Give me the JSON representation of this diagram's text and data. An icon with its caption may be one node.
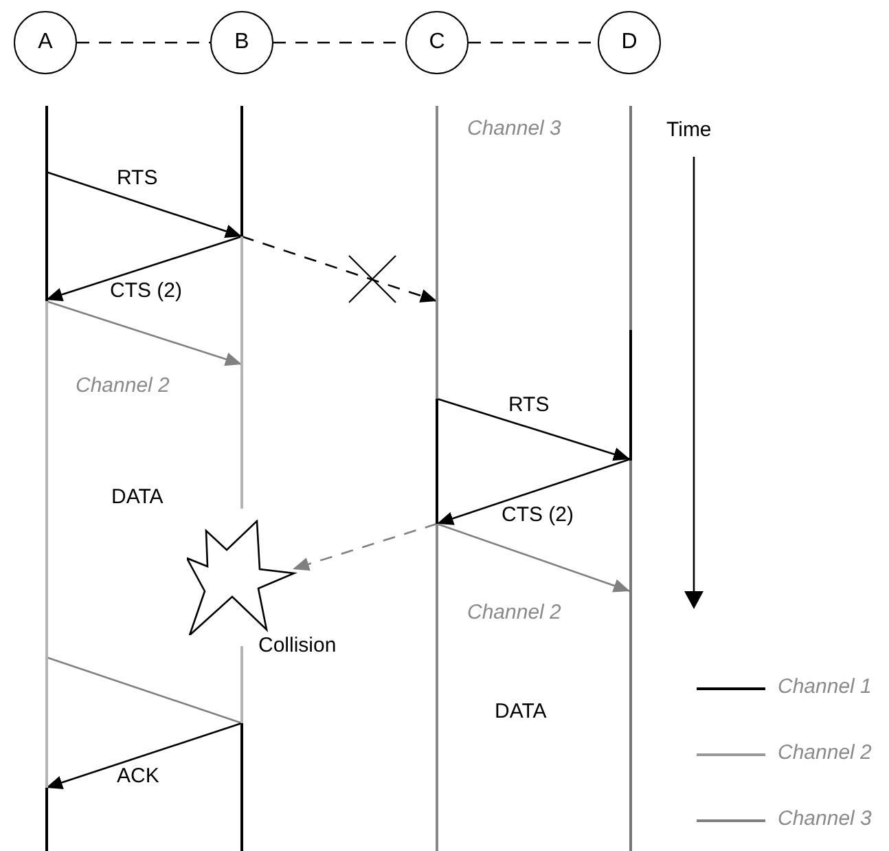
{
  "diagram": {
    "nodes": [
      {
        "text": [
          "A"
        ]
      },
      {
        "text": [
          "B"
        ]
      },
      {
        "text": [
          "C"
        ]
      },
      {
        "text": [
          "D"
        ]
      },
      {
        "text": [],
        "shape": "bar"
      },
      {
        "text": [],
        "shape": "bar"
      },
      {
        "text": [],
        "shape": "bar"
      },
      {
        "text": [],
        "shape": "bar"
      },
      {
        "text": [],
        "shape": "star",
        "beside": [
          "Collision"
        ]
      }
    ],
    "edges": [
      {
        "from": 0,
        "to": 1,
        "arrow": "none",
        "style": "dashed"
      },
      {
        "from": 1,
        "to": 2,
        "arrow": "none",
        "style": "dashed"
      },
      {
        "from": 2,
        "to": 3,
        "arrow": "none",
        "style": "dashed"
      },
      {
        "from": 4,
        "to": 5,
        "arrow": "to",
        "label": "RTS"
      },
      {
        "from": 5,
        "to": 4,
        "arrow": "to",
        "label": "CTS (2)"
      },
      {
        "from": 5,
        "to": 6,
        "arrow": "to",
        "style": "dashed"
      },
      {
        "from": 4,
        "to": 5,
        "arrow": "to",
        "color": "#808080"
      },
      {
        "from": 6,
        "to": 7,
        "arrow": "to",
        "label": "RTS"
      },
      {
        "from": 7,
        "to": 6,
        "arrow": "to",
        "label": "CTS (2)"
      },
      {
        "from": 6,
        "to": 8,
        "arrow": "to",
        "style": "dashed",
        "color": "#808080"
      },
      {
        "from": 6,
        "to": 7,
        "arrow": "to",
        "color": "#808080"
      },
      {
        "from": 4,
        "to": 5,
        "arrow": "none",
        "color": "#808080"
      },
      {
        "from": 5,
        "to": 4,
        "arrow": "to",
        "label": "ACK"
      }
    ],
    "labels": [
      "Channel 3",
      "Time",
      "Channel 2",
      "DATA",
      "Channel 2",
      "DATA"
    ],
    "legend": [
      {
        "text": "Channel 1",
        "color": "#000000"
      },
      {
        "text": "Channel 2",
        "color": "#999999"
      },
      {
        "text": "Channel 3",
        "color": "#808080"
      }
    ]
  }
}
